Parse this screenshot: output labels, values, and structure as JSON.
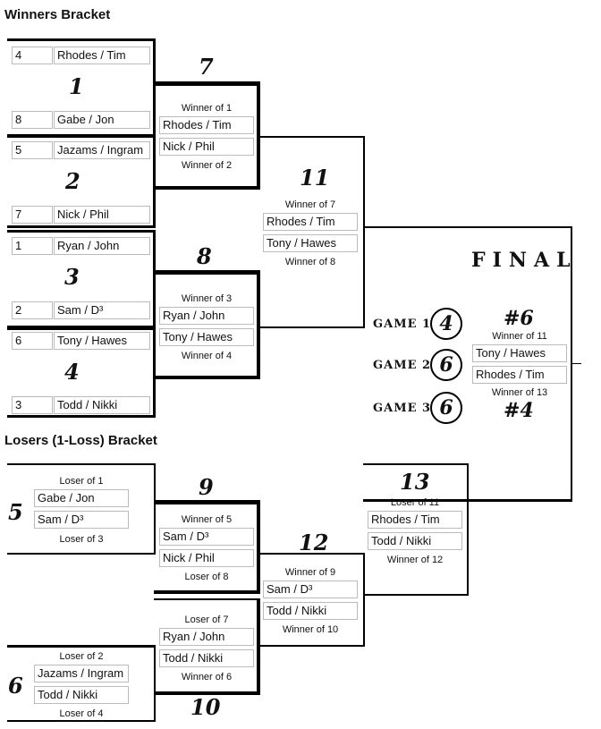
{
  "winners_title": "Winners Bracket",
  "losers_title": "Losers (1-Loss) Bracket",
  "final_title": "FINAL",
  "r1": [
    {
      "num": "1",
      "seedA": "4",
      "teamA": "Rhodes / Tim",
      "seedB": "8",
      "teamB": "Gabe / Jon"
    },
    {
      "num": "2",
      "seedA": "5",
      "teamA": "Jazams / Ingram",
      "seedB": "7",
      "teamB": "Nick / Phil"
    },
    {
      "num": "3",
      "seedA": "1",
      "teamA": "Ryan / John",
      "seedB": "2",
      "teamB": "Sam / D³"
    },
    {
      "num": "4",
      "seedA": "6",
      "teamA": "Tony / Hawes",
      "seedB": "3",
      "teamB": "Todd / Nikki"
    }
  ],
  "g7": {
    "num": "7",
    "labelA": "Winner of 1",
    "teamA": "Rhodes / Tim",
    "teamB": "Nick / Phil",
    "labelB": "Winner of 2"
  },
  "g8": {
    "num": "8",
    "labelA": "Winner of 3",
    "teamA": "Ryan / John",
    "teamB": "Tony / Hawes",
    "labelB": "Winner of 4"
  },
  "g11": {
    "num": "11",
    "labelA": "Winner of 7",
    "teamA": "Rhodes / Tim",
    "teamB": "Tony / Hawes",
    "labelB": "Winner of 8"
  },
  "final": {
    "seedA": "#6",
    "labelA": "Winner of 11",
    "teamA": "Tony / Hawes",
    "teamB": "Rhodes / Tim",
    "labelB": "Winner of 13",
    "seedB": "#4",
    "games": [
      {
        "label": "GAME 1",
        "value": "4"
      },
      {
        "label": "GAME 2",
        "value": "6"
      },
      {
        "label": "GAME 3",
        "value": "6"
      }
    ]
  },
  "g5": {
    "num": "5",
    "labelA": "Loser of 1",
    "teamA": "Gabe / Jon",
    "teamB": "Sam / D³",
    "labelB": "Loser of 3"
  },
  "g6": {
    "num": "6",
    "labelA": "Loser of 2",
    "teamA": "Jazams / Ingram",
    "teamB": "Todd / Nikki",
    "labelB": "Loser of 4"
  },
  "g9": {
    "num": "9",
    "labelA": "Winner of 5",
    "teamA": "Sam / D³",
    "teamB": "Nick / Phil",
    "labelB": "Loser of 8"
  },
  "g10": {
    "num": "10",
    "labelA": "Loser of 7",
    "teamA": "Ryan / John",
    "teamB": "Todd / Nikki",
    "labelB": "Winner of 6"
  },
  "g12": {
    "num": "12",
    "labelA": "Winner of 9",
    "teamA": "Sam / D³",
    "teamB": "Todd / Nikki",
    "labelB": "Winner of 10"
  },
  "g13": {
    "num": "13",
    "labelA": "Loser of 11",
    "teamA": "Rhodes / Tim",
    "teamB": "Todd / Nikki",
    "labelB": "Winner of 12"
  }
}
